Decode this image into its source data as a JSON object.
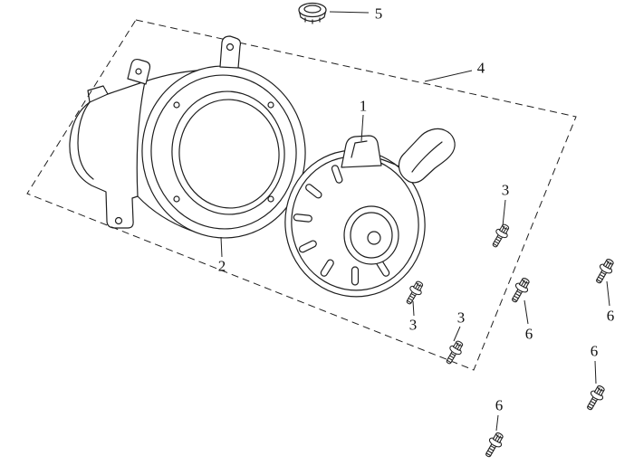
{
  "diagram": {
    "background_color": "#ffffff",
    "line_color": "#1f1f1f",
    "callouts": [
      {
        "id": "1",
        "label": "1"
      },
      {
        "id": "2",
        "label": "2"
      },
      {
        "id": "3a",
        "label": "3"
      },
      {
        "id": "3b",
        "label": "3"
      },
      {
        "id": "3c",
        "label": "3"
      },
      {
        "id": "4",
        "label": "4"
      },
      {
        "id": "5",
        "label": "5"
      },
      {
        "id": "6a",
        "label": "6"
      },
      {
        "id": "6b",
        "label": "6"
      },
      {
        "id": "6c",
        "label": "6"
      },
      {
        "id": "6d",
        "label": "6"
      }
    ]
  }
}
